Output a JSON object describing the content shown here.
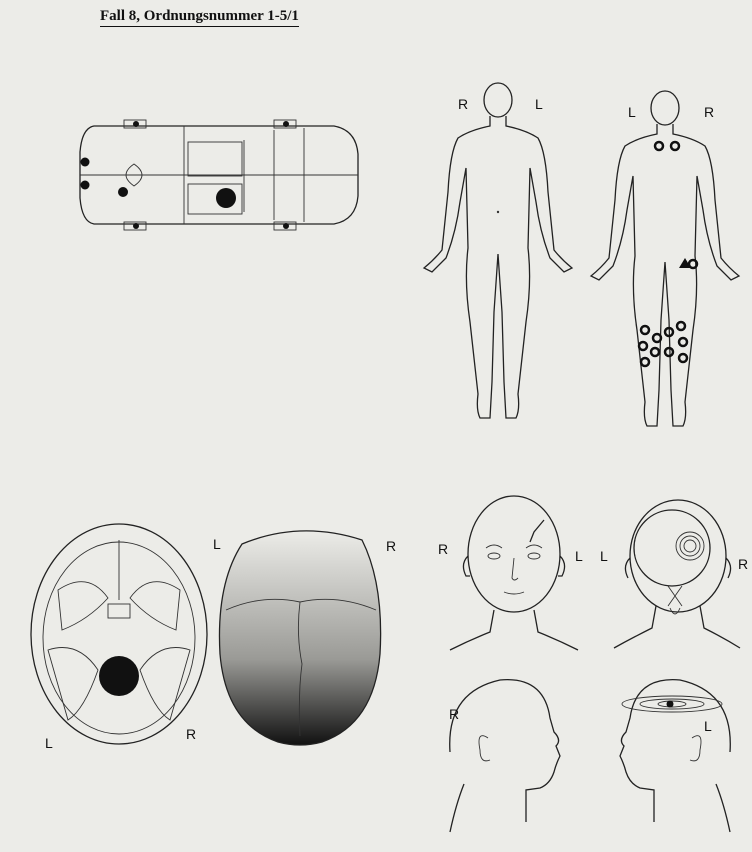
{
  "header": {
    "title": "Fall 8, Ordnungsnummer 1-5/1"
  },
  "labels": {
    "body_front_right": "R",
    "body_front_left": "L",
    "body_back_left": "L",
    "body_back_right": "R",
    "skull_base_L_top": "L",
    "skull_base_L_bottom": "L",
    "skull_base_R": "R",
    "skull_top_R": "R",
    "head_front_R": "R",
    "head_front_L": "L",
    "head_back_L": "L",
    "head_back_R": "R",
    "head_side_R": "R",
    "head_side_L": "L"
  },
  "colors": {
    "ink": "#111111",
    "paper": "#ecece8"
  }
}
